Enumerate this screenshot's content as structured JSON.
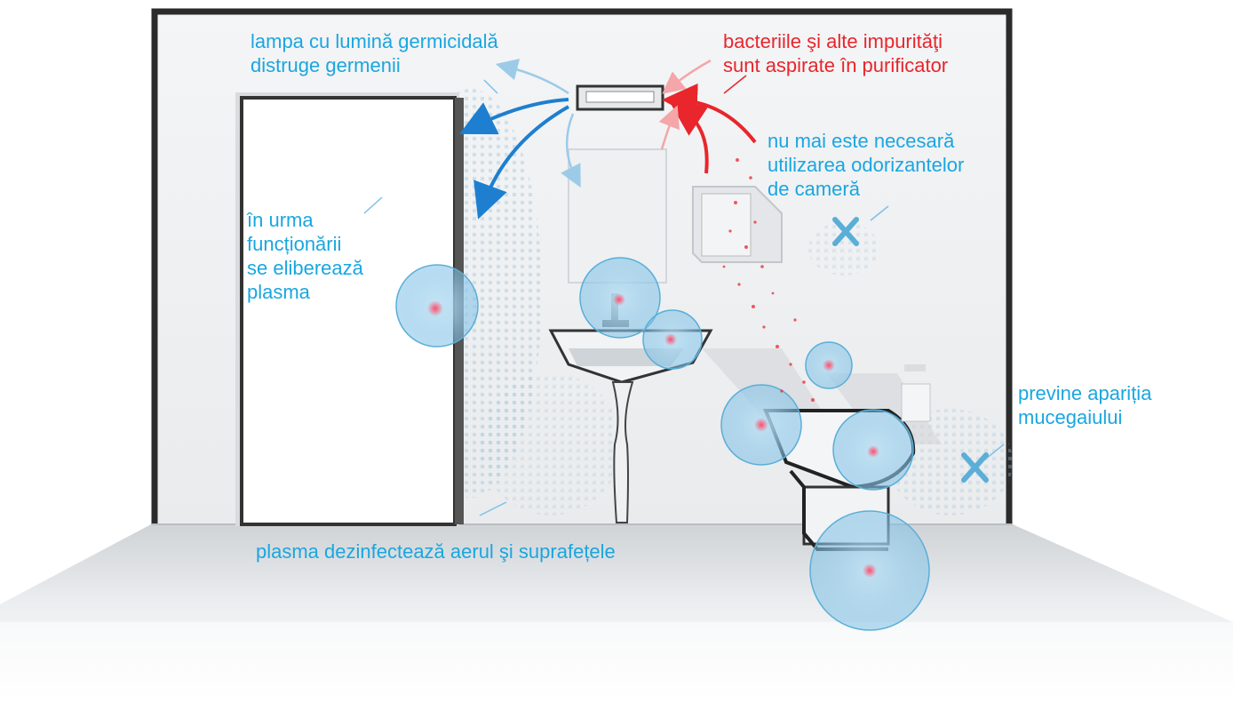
{
  "colors": {
    "label_blue": "#1aa6e0",
    "label_red": "#e8262c",
    "arrow_blue": "#1e7fd0",
    "arrow_red": "#e8262c",
    "plasma_circle": "#5aaed8",
    "wall_frame": "#2b2b2b"
  },
  "labels": {
    "lamp": [
      "lampa cu lumină germicidală",
      "distruge germenii"
    ],
    "bacteria": [
      "bacteriile şi alte impurităţi",
      "sunt aspirate în purificator"
    ],
    "odorizant": [
      "nu mai este necesară",
      "utilizarea odorizantelor",
      "de cameră"
    ],
    "plasma_release": [
      "în urma",
      "funcționării",
      "se eliberează",
      "plasma"
    ],
    "mold": [
      "previne apariția",
      "mucegaiului"
    ],
    "disinfect": [
      "plasma dezinfectează aerul şi suprafețele"
    ]
  },
  "icons": {
    "purifier": "air-purifier-icon",
    "door": "door-icon",
    "mirror": "mirror-icon",
    "sink": "sink-icon",
    "toilet": "toilet-icon",
    "air_freshener": "air-freshener-icon",
    "paper_holder": "toilet-paper-icon",
    "cross_mark": "cross-mark-icon"
  }
}
